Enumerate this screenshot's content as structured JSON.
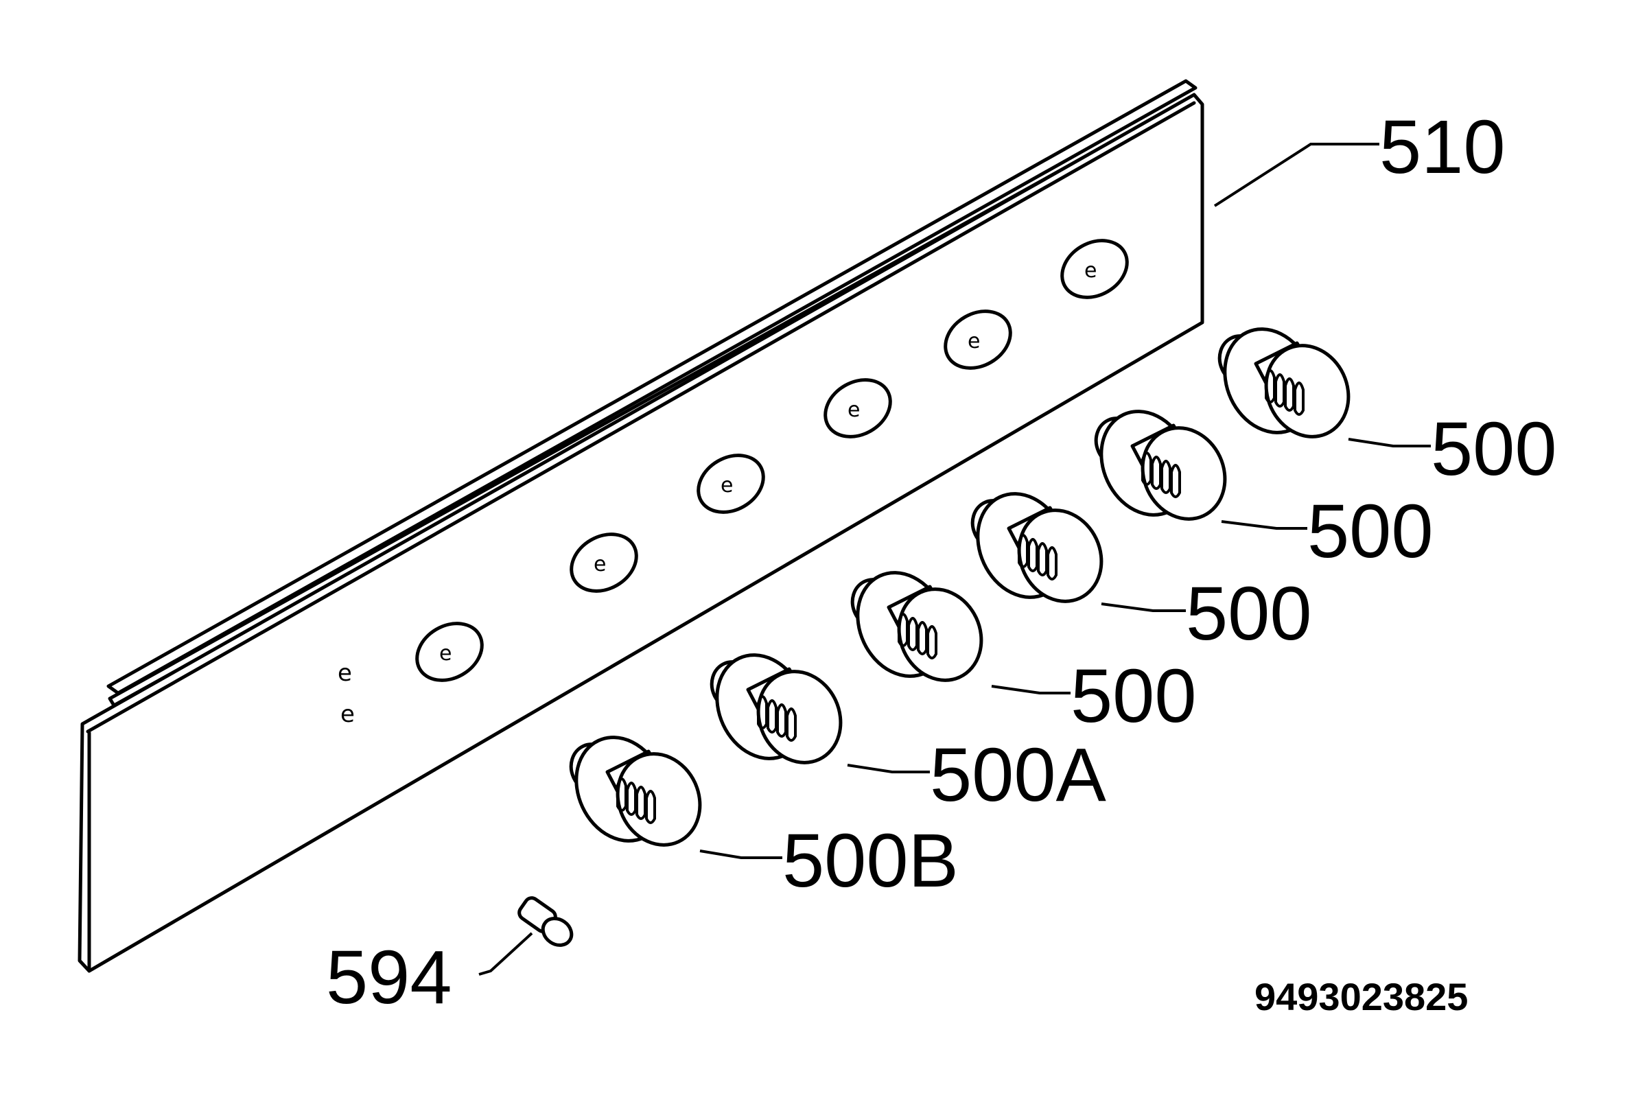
{
  "diagram": {
    "parts": [
      {
        "id": "panel",
        "label": "510"
      },
      {
        "id": "knob-1",
        "label": "500"
      },
      {
        "id": "knob-2",
        "label": "500"
      },
      {
        "id": "knob-3",
        "label": "500"
      },
      {
        "id": "knob-4",
        "label": "500"
      },
      {
        "id": "knob-5",
        "label": "500A"
      },
      {
        "id": "knob-6",
        "label": "500B"
      },
      {
        "id": "indicator-lamp",
        "label": "594"
      }
    ],
    "drawing_code": "9493023825"
  }
}
